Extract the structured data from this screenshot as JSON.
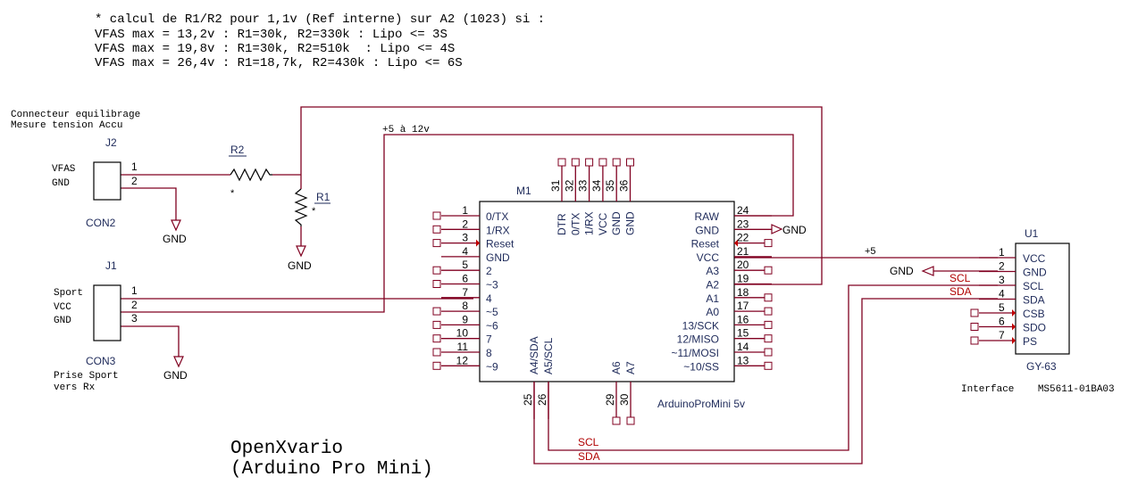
{
  "notes": [
    "* calcul de R1/R2 pour 1,1v (Ref interne) sur A2 (1023) si :",
    "VFAS max = 13,2v : R1=30k, R2=330k : Lipo <= 3S",
    "VFAS max = 19,8v : R1=30k, R2=510k  : Lipo <= 4S",
    "VFAS max = 26,4v : R1=18,7k, R2=430k : Lipo <= 6S"
  ],
  "connector_note": [
    "Connecteur equilibrage",
    "Mesure tension Accu"
  ],
  "sport_note": [
    "Prise Sport",
    "vers Rx"
  ],
  "supply_label": "+5 à 12v",
  "j2": {
    "ref": "J2",
    "name": "CON2",
    "pin_labels": [
      "VFAS",
      "GND"
    ],
    "pins": [
      "1",
      "2"
    ]
  },
  "j1": {
    "ref": "J1",
    "name": "CON3",
    "pin_labels": [
      "Sport",
      "VCC",
      "GND"
    ],
    "pins": [
      "1",
      "2",
      "3"
    ]
  },
  "r2": {
    "ref": "R2",
    "star": "*"
  },
  "r1": {
    "ref": "R1",
    "star": "*"
  },
  "gnd": "GND",
  "m1": {
    "ref": "M1",
    "name": "ArduinoProMini 5v",
    "left_pins": [
      {
        "num": "1",
        "name": "0/TX"
      },
      {
        "num": "2",
        "name": "1/RX"
      },
      {
        "num": "3",
        "name": "Reset"
      },
      {
        "num": "4",
        "name": "GND"
      },
      {
        "num": "5",
        "name": "2"
      },
      {
        "num": "6",
        "name": "~3"
      },
      {
        "num": "7",
        "name": "4"
      },
      {
        "num": "8",
        "name": "~5"
      },
      {
        "num": "9",
        "name": "~6"
      },
      {
        "num": "10",
        "name": "7"
      },
      {
        "num": "11",
        "name": "8"
      },
      {
        "num": "12",
        "name": "~9"
      }
    ],
    "right_pins": [
      {
        "num": "24",
        "name": "RAW"
      },
      {
        "num": "23",
        "name": "GND"
      },
      {
        "num": "22",
        "name": "Reset"
      },
      {
        "num": "21",
        "name": "VCC"
      },
      {
        "num": "20",
        "name": "A3"
      },
      {
        "num": "19",
        "name": "A2"
      },
      {
        "num": "18",
        "name": "A1"
      },
      {
        "num": "17",
        "name": "A0"
      },
      {
        "num": "16",
        "name": "13/SCK"
      },
      {
        "num": "15",
        "name": "12/MISO"
      },
      {
        "num": "14",
        "name": "~11/MOSI"
      },
      {
        "num": "13",
        "name": "~10/SS"
      }
    ],
    "top_pins": [
      {
        "num": "31",
        "name": "DTR"
      },
      {
        "num": "32",
        "name": "0/TX"
      },
      {
        "num": "33",
        "name": "1/RX"
      },
      {
        "num": "34",
        "name": "VCC"
      },
      {
        "num": "35",
        "name": "GND"
      },
      {
        "num": "36",
        "name": "GND"
      }
    ],
    "bottom_left_pins": [
      {
        "num": "25",
        "name": "A4/SDA"
      },
      {
        "num": "26",
        "name": "A5/SCL"
      }
    ],
    "bottom_right_pins": [
      {
        "num": "29",
        "name": "A6"
      },
      {
        "num": "30",
        "name": "A7"
      }
    ]
  },
  "u1": {
    "ref": "U1",
    "name": "GY-63",
    "pins": [
      {
        "num": "1",
        "name": "VCC"
      },
      {
        "num": "2",
        "name": "GND"
      },
      {
        "num": "3",
        "name": "SCL"
      },
      {
        "num": "4",
        "name": "SDA"
      },
      {
        "num": "5",
        "name": "CSB"
      },
      {
        "num": "6",
        "name": "SDO"
      },
      {
        "num": "7",
        "name": "PS"
      }
    ]
  },
  "net_labels": {
    "plus5": "+5",
    "scl": "SCL",
    "sda": "SDA",
    "gnd_u1": "GND",
    "gnd_m1": "GND"
  },
  "interface_label": "Interface    MS5611-01BA03",
  "title": [
    "OpenXvario",
    "(Arduino Pro Mini)"
  ]
}
